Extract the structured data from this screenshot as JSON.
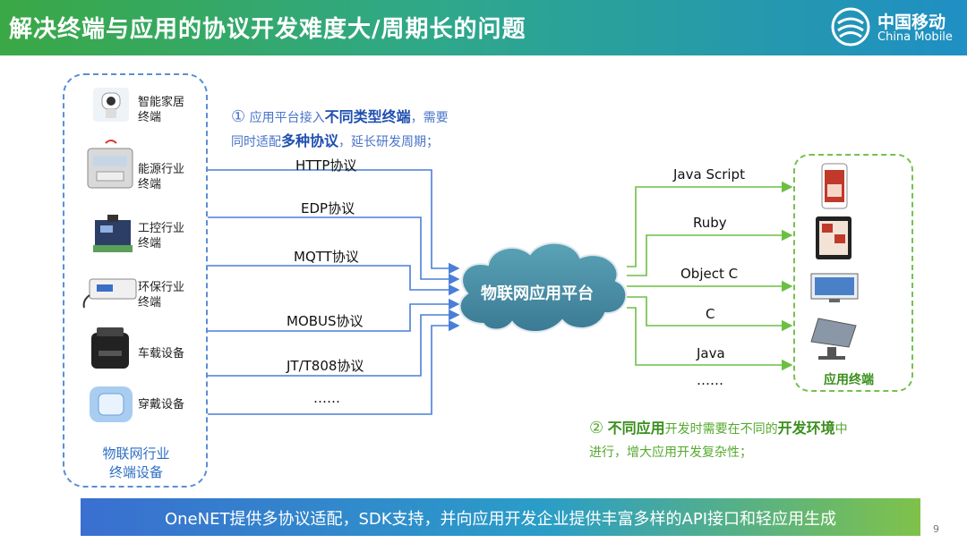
{
  "header": {
    "title": "解决终端与应用的协议开发难度大/周期长的问题",
    "logo_cn": "中国移动",
    "logo_en": "China Mobile"
  },
  "devices": [
    {
      "label": "智能家居\n终端",
      "icon": "smart-home-camera-icon"
    },
    {
      "label": "能源行业\n终端",
      "icon": "energy-meter-icon"
    },
    {
      "label": "工控行业\n终端",
      "icon": "industrial-controller-icon"
    },
    {
      "label": "环保行业\n终端",
      "icon": "environment-sensor-icon"
    },
    {
      "label": "车载设备",
      "icon": "vehicle-obd-icon"
    },
    {
      "label": "穿戴设备",
      "icon": "wearable-watch-icon"
    }
  ],
  "device_box_label": "物联网行业\n终端设备",
  "note1": {
    "num": "①",
    "t1": " 应用平台接入",
    "b1": "不同类型终端",
    "t2": "，需要",
    "t3": "同时适配",
    "b2": "多种协议",
    "t4": "，延长研发周期；"
  },
  "protocols": [
    "HTTP协议",
    "EDP协议",
    "MQTT协议",
    "MOBUS协议",
    "JT/T808协议",
    "……"
  ],
  "platform": "物联网应用平台",
  "languages": [
    "Java Script",
    "Ruby",
    "Object C",
    "C",
    "Java",
    "……"
  ],
  "app_box_label": "应用终端",
  "app_icons": [
    "mobile-app-icon",
    "tablet-app-icon",
    "desktop-monitor-icon",
    "pos-terminal-icon"
  ],
  "note2": {
    "num": "②",
    "b1": "不同应用",
    "t1": "开发时需要在不同的",
    "b2": "开发环境",
    "t2": "中",
    "t3": "进行，增大应用开发复杂性；"
  },
  "footer": "OneNET提供多协议适配，SDK支持，并向应用开发企业提供丰富多样的API接口和轻应用生成",
  "page_number": "9",
  "colors": {
    "protocol_arrow": "#4a7fd8",
    "app_arrow": "#6cbf45",
    "cloud": "#4a8fa8"
  }
}
